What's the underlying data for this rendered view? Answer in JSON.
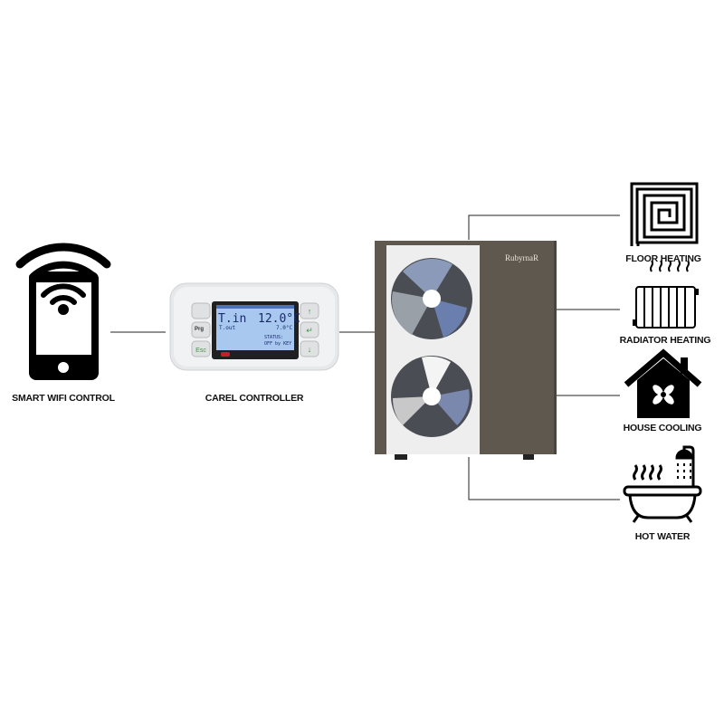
{
  "labels": {
    "smart_wifi": "SMART WIFI CONTROL",
    "carel": "CAREL CONTROLLER",
    "floor": "FLOOR HEATING",
    "radiator": "RADIATOR HEATING",
    "cooling": "HOUSE COOLING",
    "hot_water": "HOT WATER"
  },
  "controller": {
    "main_label": "T.in",
    "main_value": "12.0°C",
    "sub_label": "T.out",
    "sub_value": "7.0°C",
    "status": "STATUS:",
    "status_value": "OFF by KEY",
    "prg": "Prg"
  },
  "heat_pump": {
    "brand": "RubyrnaR"
  },
  "colors": {
    "pump_body": "#5e584e",
    "line": "#222222"
  }
}
